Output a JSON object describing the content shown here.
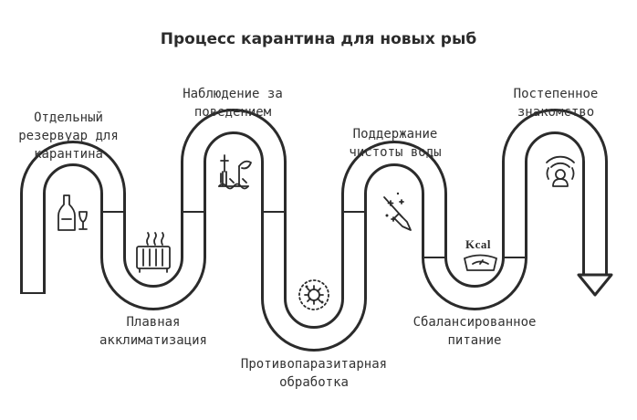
{
  "title": "Процесс карантина для новых рыб",
  "steps": [
    {
      "label": "Отдельный\nрезервуар для\nкарантина",
      "icon": "wine-bottle-glass-icon"
    },
    {
      "label": "Плавная\nакклиматизация",
      "icon": "heater-icon"
    },
    {
      "label": "Наблюдение за\nповедением",
      "icon": "aquarium-observation-icon"
    },
    {
      "label": "Противопаразитарная\nобработка",
      "icon": "virus-treatment-icon"
    },
    {
      "label": "Поддержание\nчистоты воды",
      "icon": "broom-cleaning-icon"
    },
    {
      "label": "Сбалансированное\nпитание",
      "icon": "kcal-scale-icon"
    },
    {
      "label": "Постепенное\nзнакомство",
      "icon": "person-broadcast-icon"
    }
  ],
  "kcal_text": "Kcal"
}
